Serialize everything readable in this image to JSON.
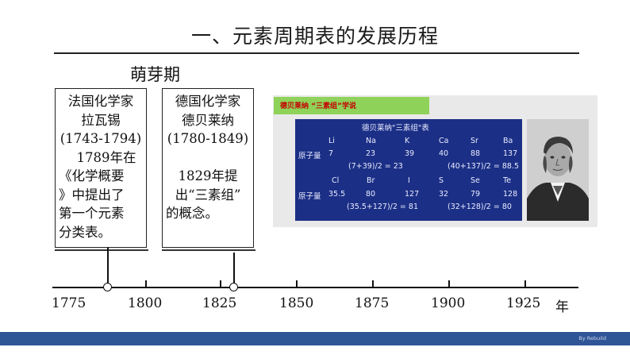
{
  "slide": {
    "title": "一、元素周期表的发展历程",
    "stage_label": "萌芽期"
  },
  "cards": [
    {
      "lines": [
        "法国化学家",
        "拉瓦锡",
        "(1743-1794)",
        "1789年在",
        "《化学概要",
        "》中提出了",
        "第一个元素",
        "分类表。"
      ]
    },
    {
      "lines": [
        "德国化学家",
        "德贝莱纳",
        "(1780-1849)",
        "",
        "1829年提",
        "出“三素组”",
        "的概念。"
      ]
    }
  ],
  "panel": {
    "header": "德贝莱纳 “三素组”学说",
    "board_title": "德贝莱纳\"三素组\"表",
    "row_label": "原子量",
    "row1_symbols": [
      "Li",
      "Na",
      "K",
      "Ca",
      "Sr",
      "Ba"
    ],
    "row1_values": [
      "7",
      "23",
      "39",
      "40",
      "88",
      "137"
    ],
    "row1_formula_a": "(7+39)/2 = 23",
    "row1_formula_b": "(40+137)/2 = 88.5",
    "row2_symbols": [
      "Cl",
      "Br",
      "I",
      "S",
      "Se",
      "Te"
    ],
    "row2_values": [
      "35.5",
      "80",
      "127",
      "32",
      "79",
      "128"
    ],
    "row2_formula_a": "(35.5+127)/2 = 81",
    "row2_formula_b": "(32+128)/2 = 80"
  },
  "timeline": {
    "labels": [
      "1775",
      "1800",
      "1825",
      "1850",
      "1875",
      "1900",
      "1925"
    ],
    "unit": "年",
    "marked_years": [
      "1789",
      "1829"
    ]
  },
  "footer": {
    "credit": "By Rebuild"
  },
  "colors": {
    "footer_bar": "#2f5597",
    "board_bg": "#1c2f86",
    "header_green": "#8fd25a",
    "header_text": "#c40000"
  }
}
